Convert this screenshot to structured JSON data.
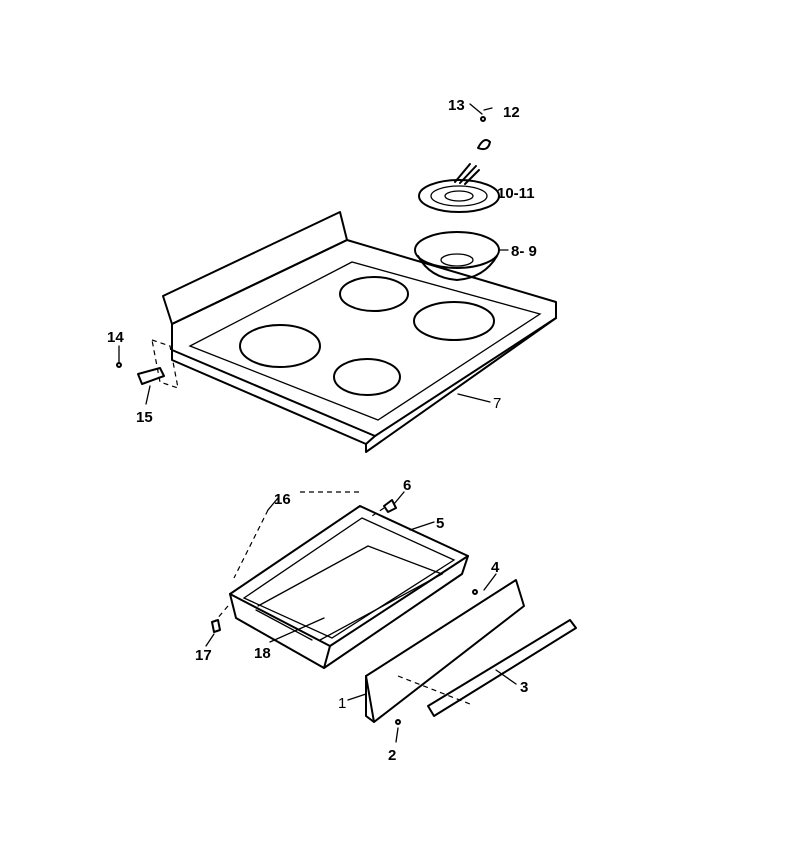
{
  "callouts": {
    "c1": "1",
    "c2": "2",
    "c3": "3",
    "c4": "4",
    "c5": "5",
    "c6": "6",
    "c7": "7",
    "c8_9": "8- 9",
    "c10_11": "10-11",
    "c12": "12",
    "c13": "13",
    "c14": "14",
    "c15": "15",
    "c16": "16",
    "c17": "17",
    "c18": "18"
  }
}
